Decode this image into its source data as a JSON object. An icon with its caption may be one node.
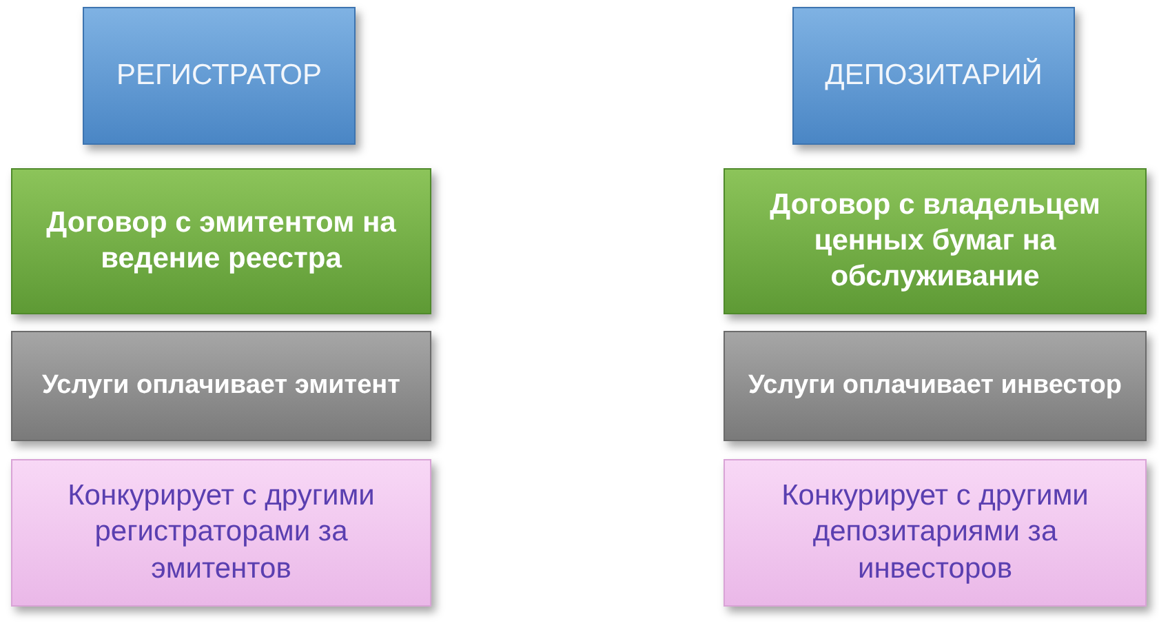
{
  "diagram": {
    "nodes": [
      {
        "text": [
          "РЕГИСТРАТОР"
        ]
      },
      {
        "text": [
          "ДЕПОЗИТАРИЙ"
        ]
      },
      {
        "text": [
          "Договор с эмитентом на ведение реестра"
        ]
      },
      {
        "text": [
          "Договор с владельцем ценных бумаг на обслуживание"
        ]
      },
      {
        "text": [
          "Услуги оплачивает эмитент"
        ]
      },
      {
        "text": [
          "Услуги оплачивает инвестор"
        ]
      },
      {
        "text": [
          "Конкурирует с другими регистраторами за эмитентов"
        ]
      },
      {
        "text": [
          "Конкурирует с другими депозитариями за инвесторов"
        ]
      }
    ]
  }
}
